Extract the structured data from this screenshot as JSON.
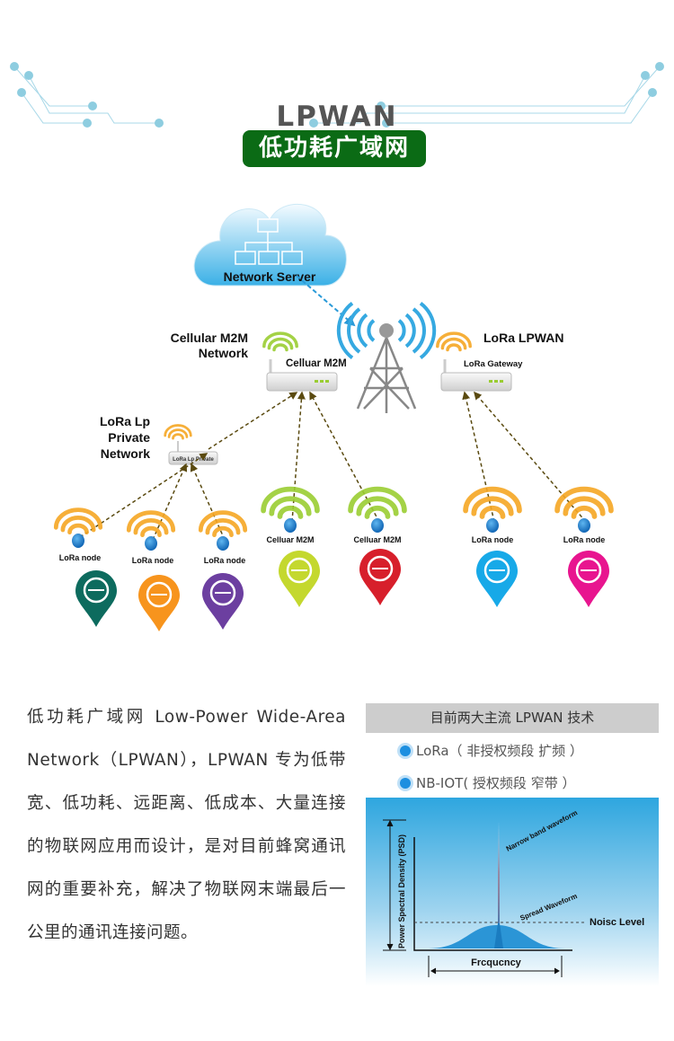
{
  "header": {
    "title_en": "LPWAN",
    "title_cn": "低功耗广域网"
  },
  "diagram": {
    "network_server": "Network Server",
    "cellular_network": [
      "Cellular M2M",
      "Network"
    ],
    "cellular_router": "Celluar M2M",
    "lora_lpwan": "LoRa LPWAN",
    "lora_gateway": "LoRa Gateway",
    "private_network": [
      "LoRa Lp",
      "Private",
      "Network"
    ],
    "private_router": "LoRa Lp Private",
    "nodes": [
      {
        "label": "LoRa node",
        "color": "#0d6b5e",
        "icon": "building-icon"
      },
      {
        "label": "LoRa node",
        "color": "#f7941d",
        "icon": "meter-icon"
      },
      {
        "label": "LoRa node",
        "color": "#6c3fa0",
        "icon": "gauge-icon"
      },
      {
        "label": "Celluar M2M",
        "color": "#c4d82e",
        "icon": "wind-turbine-icon"
      },
      {
        "label": "Celluar M2M",
        "color": "#d71f2b",
        "icon": "steering-wheel-icon"
      },
      {
        "label": "LoRa node",
        "color": "#17a9e8",
        "icon": "water-meter-icon"
      },
      {
        "label": "LoRa node",
        "color": "#e8158f",
        "icon": "pet-icon"
      }
    ]
  },
  "description": "低功耗广域网 Low-Power Wide-Area Network（LPWAN），LPWAN 专为低带宽、低功耗、远距离、低成本、大量连接的物联网应用而设计，是对目前蜂窝通讯网的重要补充，解决了物联网末端最后一公里的通讯连接问题。",
  "panel": {
    "title": "目前两大主流 LPWAN 技术",
    "bullets": [
      "LoRa（ 非授权频段 扩频 ）",
      "NB-IOT( 授权频段   窄带 ）"
    ],
    "chart": {
      "ylabel": "Power Spectral Density (PSD)",
      "xlabel": "Frcqucncy",
      "narrow": "Narrow band waveform",
      "spread": "Spread Waveform",
      "noise": "Noisc Level"
    }
  }
}
